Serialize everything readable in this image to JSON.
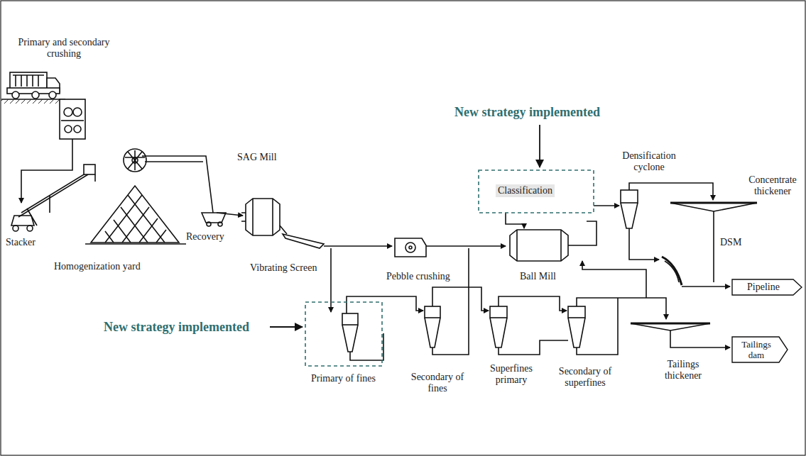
{
  "diagram": {
    "nodes": [
      {
        "text": [
          "Classification"
        ]
      },
      {
        "text": [
          "Pipeline"
        ]
      },
      {
        "text": [
          "Tailings dam"
        ]
      }
    ],
    "labels": [
      "Primary and secondary crushing",
      "Stacker",
      "Homogenization yard",
      "Recovery",
      "SAG Mill",
      "Vibrating Screen",
      "Pebble crushing",
      "Ball Mill",
      "New strategy implemented",
      "Densification cyclone",
      "Concentrate thickener",
      "DSM",
      "New strategy implemented",
      "Primary of fines",
      "Secondary of fines",
      "Superfines primary",
      "Secondary of superfines",
      "Tailings thickener"
    ]
  }
}
